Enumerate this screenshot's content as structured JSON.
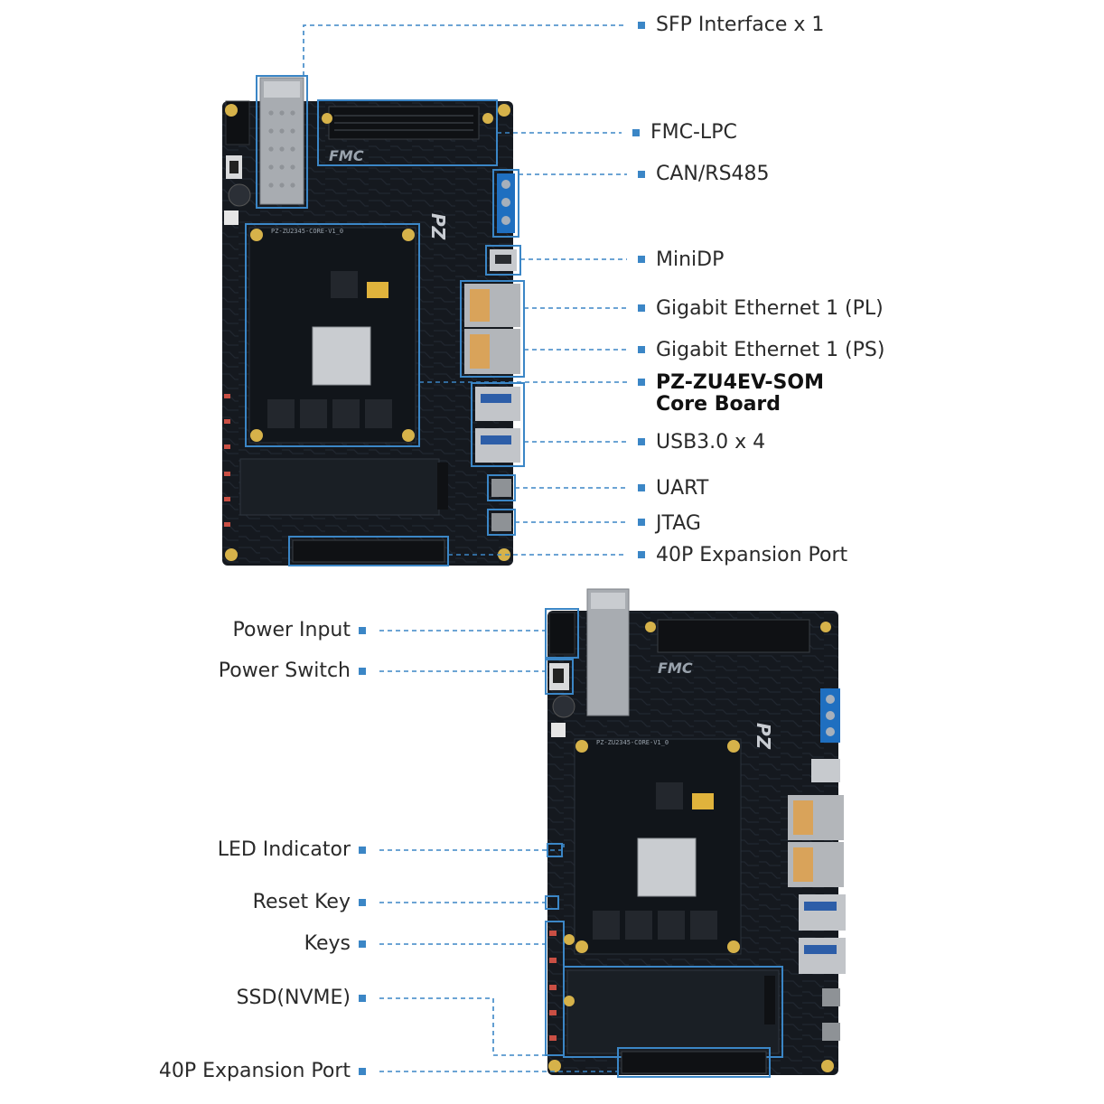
{
  "top_board": {
    "silkscreen": {
      "fmc": "FMC",
      "brand": "PZ",
      "core": "PZ-ZU2345-CORE-V1_0"
    },
    "labels": {
      "sfp": "SFP Interface x 1",
      "fmc": "FMC-LPC",
      "can": "CAN/RS485",
      "minidp": "MiniDP",
      "eth_pl": "Gigabit Ethernet 1 (PL)",
      "eth_ps": "Gigabit Ethernet 1 (PS)",
      "som_line1": "PZ-ZU4EV-SOM",
      "som_line2": "Core Board",
      "usb": "USB3.0 x 4",
      "uart": "UART",
      "jtag": "JTAG",
      "exp": "40P Expansion Port"
    }
  },
  "bottom_board": {
    "silkscreen": {
      "fmc": "FMC",
      "brand": "PZ",
      "core": "PZ-ZU2345-CORE-V1_0"
    },
    "labels": {
      "power_input": "Power Input",
      "power_switch": "Power Switch",
      "led": "LED Indicator",
      "reset": "Reset Key",
      "keys": "Keys",
      "ssd": "SSD(NVME)",
      "exp": "40P Expansion Port"
    }
  },
  "colors": {
    "accent": "#3b86c6",
    "pcb": "#15191f",
    "pcb_trace": "#232a33",
    "gold": "#d6b24a",
    "silver": "#b9bcc0",
    "connector": "#0f1114",
    "terminal_blue": "#1f6fc0"
  }
}
